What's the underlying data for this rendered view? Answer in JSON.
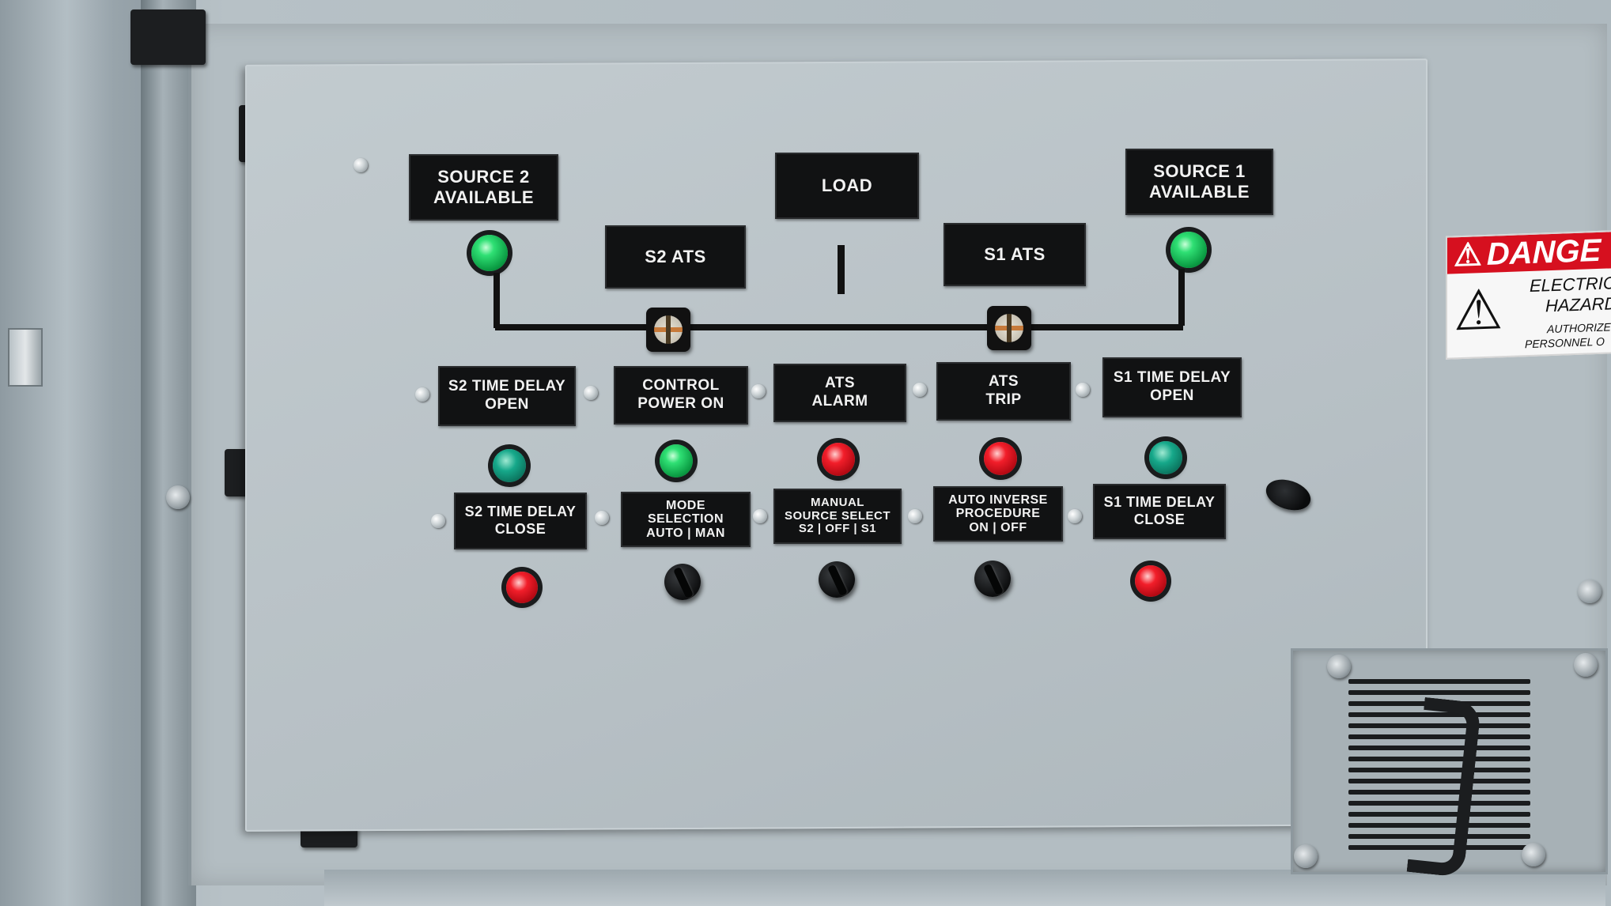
{
  "panel": {
    "top_labels": {
      "source2": "SOURCE 2\nAVAILABLE",
      "load": "LOAD",
      "source1": "SOURCE 1\nAVAILABLE",
      "s2_ats": "S2 ATS",
      "s1_ats": "S1 ATS"
    },
    "row1_labels": [
      "S2 TIME DELAY\nOPEN",
      "CONTROL\nPOWER ON",
      "ATS\nALARM",
      "ATS\nTRIP",
      "S1 TIME DELAY\nOPEN"
    ],
    "row2_labels": [
      "S2 TIME DELAY\nCLOSE",
      "MODE\nSELECTION\nAUTO  |  MAN",
      "MANUAL\nSOURCE SELECT\nS2  |  OFF  |  S1",
      "AUTO INVERSE\nPROCEDURE\nON  |  OFF",
      "S1 TIME DELAY\nCLOSE"
    ],
    "indicator_colors": {
      "green": "#0a9a42",
      "teal": "#16a88a",
      "red": "#f21e2a"
    },
    "row1_lights": [
      "teal",
      "green",
      "red",
      "red",
      "teal"
    ],
    "row2_controls": [
      "red-light",
      "selector-switch",
      "selector-switch",
      "selector-switch",
      "red-light"
    ]
  },
  "warning_sign": {
    "header": "DANGE",
    "line1": "ELECTRIC",
    "line2": "HAZARD",
    "line3": "AUTHORIZED",
    "line4": "PERSONNEL O",
    "header_color": "#d6101f"
  }
}
